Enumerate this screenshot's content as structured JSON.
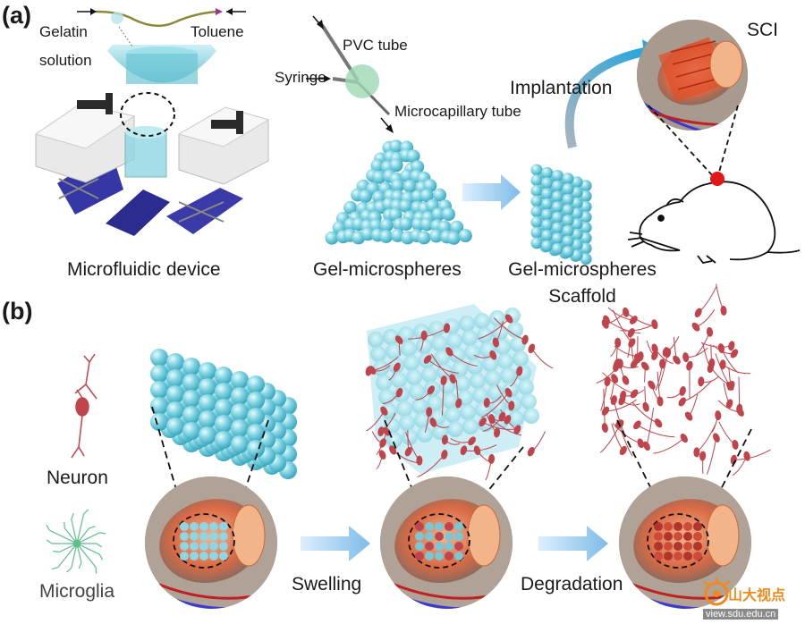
{
  "panel_a": {
    "tag": "(a)",
    "gelatin_line1": "Gelatin",
    "gelatin_line2": "solution",
    "toluene": "Toluene",
    "pvc_tube": "PVC tube",
    "syringe": "Syringe",
    "microcapillary": "Microcapillary tube",
    "implantation": "Implantation",
    "sci": "SCI",
    "device": "Microfluidic device",
    "gel_microspheres": "Gel-microspheres",
    "scaffold_line1": "Gel-microspheres",
    "scaffold_line2": "Scaffold"
  },
  "panel_b": {
    "tag": "(b)",
    "neuron": "Neuron",
    "microglia": "Microglia",
    "swelling": "Swelling",
    "degradation": "Degradation"
  },
  "watermark": {
    "brand": "山大视点",
    "url": "view.sdu.edu.cn"
  },
  "colors": {
    "sphere": "#7fd3e0",
    "arrow": "#9fd0f2",
    "neuron": "#c0444c",
    "microglia": "#5fbf8c",
    "device_base": "#2e2e9a",
    "tissue": "#e8744c",
    "bone": "#8a7a6e"
  }
}
